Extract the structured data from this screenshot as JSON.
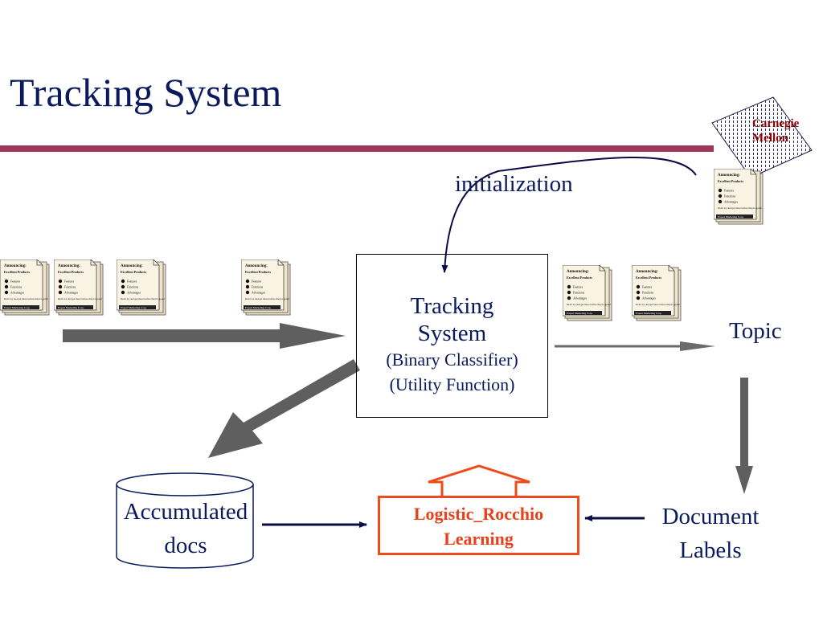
{
  "slide": {
    "title": "Tracking System",
    "logo": {
      "line1": "Carnegie",
      "line2": "Mellon"
    },
    "initialization_label": "initialization",
    "tracking_box": {
      "line1": "Tracking",
      "line2": "System",
      "line3": "(Binary Classifier)",
      "line4": "(Utility Function)"
    },
    "topic_label": "Topic",
    "accumulated": {
      "line1": "Accumulated",
      "line2": "docs"
    },
    "learning_box": {
      "line1": "Logistic_Rocchio",
      "line2": "Learning"
    },
    "labels": {
      "line1": "Document",
      "line2": "Labels"
    },
    "doc_icon": {
      "header": "Announcing:",
      "subheader": "Excellent Products",
      "bullets": [
        "Features",
        "Functions",
        "Advantages"
      ],
      "note": "Don't try and get more before they're gone!",
      "footer": "Expert Marketing Corp."
    }
  },
  "colors": {
    "title": "#0b1a5c",
    "rule": "#a0365c",
    "arrow_gray": "#5f5f5f",
    "learning_accent": "#ee4b1a",
    "logo_text": "#8b0000"
  }
}
